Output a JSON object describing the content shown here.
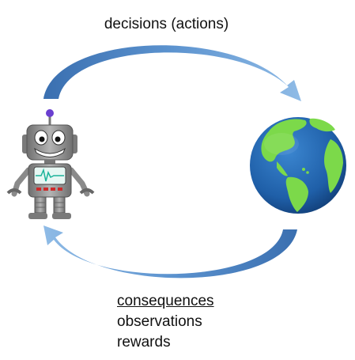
{
  "top_label": "decisions (actions)",
  "bottom_labels": {
    "line1": "consequences",
    "line2": "observations",
    "line3": "rewards"
  },
  "nodes": {
    "agent_icon": "robot-icon",
    "environment_icon": "globe-icon"
  },
  "colors": {
    "arrow_dark": "#3a6fb0",
    "arrow_light": "#7fb0e0",
    "ocean": "#1f5fa8",
    "land": "#7cd94a",
    "robot_body": "#8e8e8e"
  }
}
